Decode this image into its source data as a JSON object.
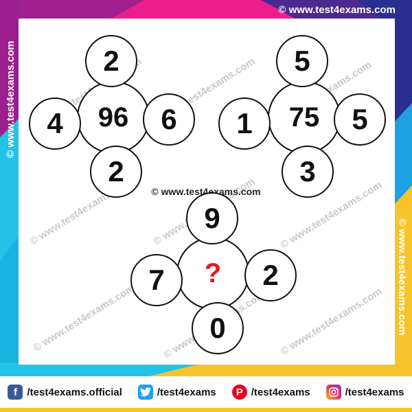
{
  "site": {
    "top_watermark": "© www.test4exams.com",
    "mid_watermark": "© www.test4exams.com",
    "side_watermark": "© www.test4exams.com",
    "diag_watermark": "© www.test4exams.com"
  },
  "puzzles": [
    {
      "center": "96",
      "top": "2",
      "left": "4",
      "right": "6",
      "bottom": "2"
    },
    {
      "center": "75",
      "top": "5",
      "left": "1",
      "right": "5",
      "bottom": "3"
    },
    {
      "center": "?",
      "top": "9",
      "left": "7",
      "right": "2",
      "bottom": "0"
    }
  ],
  "footer": {
    "facebook": "/test4exams.official",
    "twitter": "/test4exams",
    "pinterest": "/test4exams",
    "instagram": "/test4exams"
  },
  "colors": {
    "frame_top_left": "#e0218a",
    "frame_top_right": "#2a2f8f",
    "frame_bottom_left": "#22c3e6",
    "frame_bottom_right": "#f6c42a",
    "question_mark": "#e01b1b"
  }
}
